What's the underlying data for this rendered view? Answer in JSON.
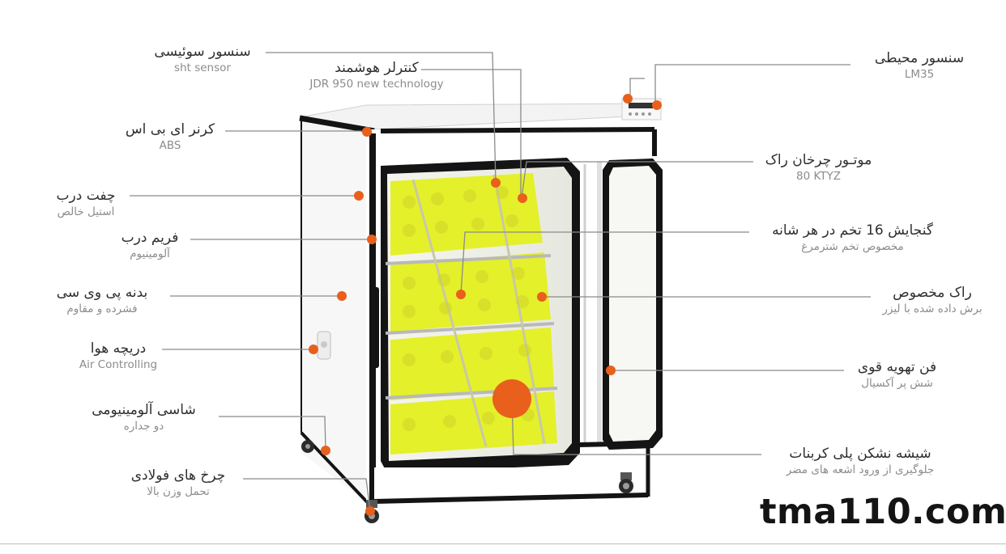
{
  "callouts": {
    "sht_sensor": {
      "title": "سنسور سوئیسی",
      "subtitle": "sht sensor"
    },
    "smart_controller": {
      "title": "کنترلر هوشمند",
      "subtitle": "JDR 950 new technology"
    },
    "ambient_sensor": {
      "title": "سنسور محیطی",
      "subtitle": "LM35"
    },
    "abs_corner": {
      "title": "کرنر ای بی اس",
      "subtitle": "ABS"
    },
    "rack_motor": {
      "title": "موتـور چرخان راک",
      "subtitle": "80 KTYZ"
    },
    "door_latch": {
      "title": "چفت درب",
      "subtitle": "استیل خالص"
    },
    "egg_capacity": {
      "title": "گنجایش 16 تخم در هر شانه",
      "subtitle": "مخصوص تخم شترمرغ"
    },
    "door_frame": {
      "title": "فریم درب",
      "subtitle": "آلومینیوم"
    },
    "special_rack": {
      "title": "راک مخصوص",
      "subtitle": "برش داده شده با لیزر"
    },
    "pvc_body": {
      "title": "بدنه پی وی سی",
      "subtitle": "فشرده و مقاوم"
    },
    "air_vent": {
      "title": "دریچه هوا",
      "subtitle": "Air Controlling"
    },
    "vent_fan": {
      "title": "فن تهویه قوی",
      "subtitle": "شش پر آکسیال"
    },
    "aluminum_chassis": {
      "title": "شاسی آلومینیومی",
      "subtitle": "دو جداره"
    },
    "polycarbonate_glass": {
      "title": "شیشه نشکن پلی کربنات",
      "subtitle": "جلوگیری از ورود اشعه های مضر"
    },
    "steel_wheels": {
      "title": "چرخ های فولادی",
      "subtitle": "تحمل وزن بالا"
    }
  },
  "brand": {
    "text": "tma110.com"
  },
  "colors": {
    "callout_dot": "#e8601c",
    "leader_line": "#8a8a8a",
    "rack_yellow": "#e4f02a",
    "frame_black": "#141414"
  }
}
